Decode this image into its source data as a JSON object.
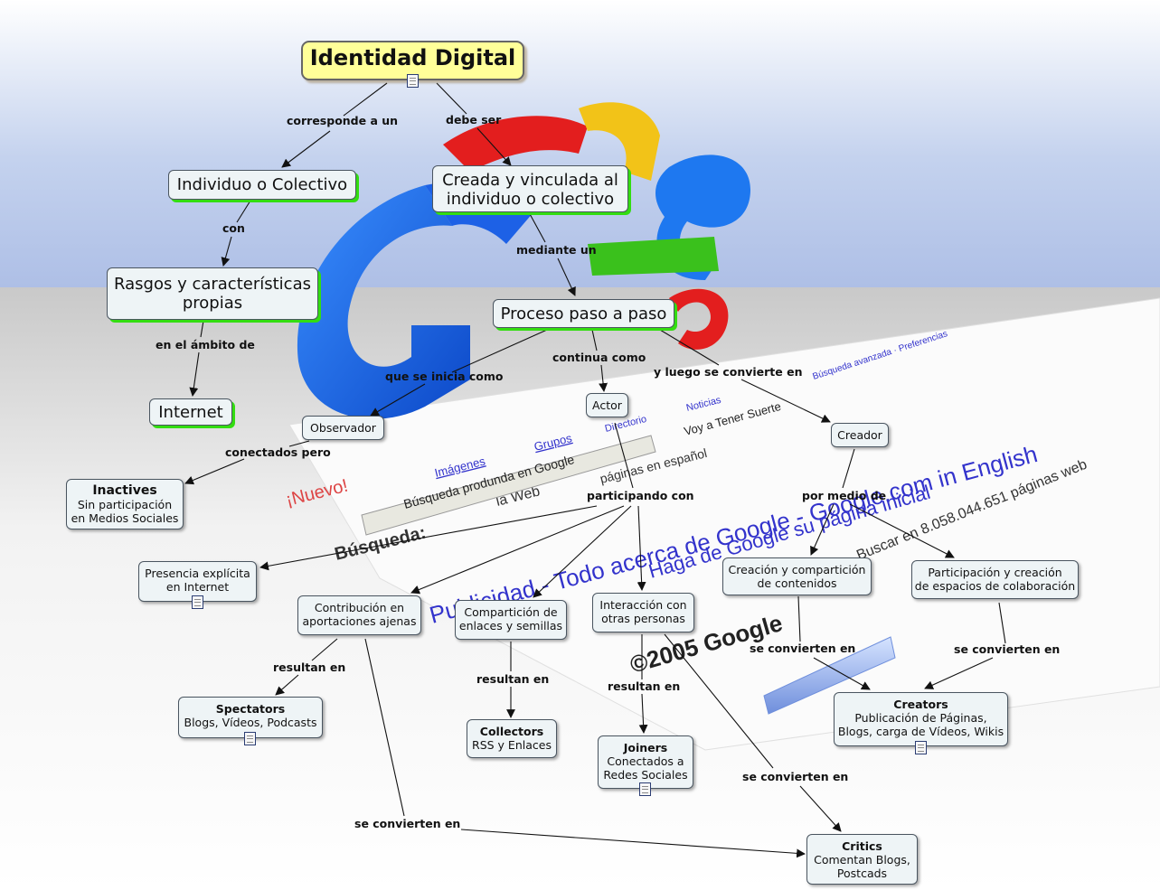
{
  "title": "Identidad Digital",
  "nodes": {
    "individuo": "Individuo o Colectivo",
    "creada": [
      "Creada y vinculada al",
      "individuo o colectivo"
    ],
    "rasgos": [
      "Rasgos y características",
      "propias"
    ],
    "internet": "Internet",
    "proceso": "Proceso paso a paso",
    "observador": "Observador",
    "actor": "Actor",
    "creador": "Creador",
    "inactives": {
      "name": "Inactives",
      "desc": [
        "Sin participación",
        "en Medios Sociales"
      ]
    },
    "presencia": [
      "Presencia explícita",
      "en Internet"
    ],
    "contribucion": [
      "Contribución en",
      "aportaciones ajenas"
    ],
    "comparticion": [
      "Compartición de",
      "enlaces y semillas"
    ],
    "interaccion": [
      "Interacción con",
      "otras personas"
    ],
    "creacion": [
      "Creación y compartición",
      "de contenidos"
    ],
    "participacion": [
      "Participación y creación",
      "de espacios de colaboración"
    ],
    "spectators": {
      "name": "Spectators",
      "desc": [
        "Blogs, Vídeos, Podcasts"
      ]
    },
    "collectors": {
      "name": "Collectors",
      "desc": [
        "RSS y Enlaces"
      ]
    },
    "joiners": {
      "name": "Joiners",
      "desc": [
        "Conectados a",
        "Redes Sociales"
      ]
    },
    "creators": {
      "name": "Creators",
      "desc": [
        "Publicación de Páginas,",
        "Blogs, carga de Vídeos, Wikis"
      ]
    },
    "critics": {
      "name": "Critics",
      "desc": [
        "Comentan Blogs,",
        "Postcads"
      ]
    }
  },
  "links": {
    "corresponde": "corresponde a un",
    "debe_ser": "debe ser",
    "con": "con",
    "mediante": "mediante un",
    "ambito": "en el ámbito de",
    "continua": "continua como",
    "se_inicia": "que se inicia como",
    "luego": "y luego se convierte en",
    "conectados": "conectados pero",
    "participando": "participando con",
    "por_medio": "por medio de",
    "resultan_1": "resultan en",
    "resultan_2": "resultan en",
    "resultan_3": "resultan en",
    "convierten_1": "se convierten en",
    "convierten_2": "se convierten en",
    "convierten_3": "se convierten en",
    "convierten_4": "se convierten en"
  },
  "background": {
    "google_page_text": [
      "¡Nuevo!",
      "Búsqueda:",
      "la Web",
      "páginas en español",
      "Búsqueda produnda en Google",
      "Voy a Tener Suerte",
      "Imágenes",
      "Grupos",
      "Directorio",
      "Noticias",
      "Publicidad",
      "Todo acerca de Google",
      "Google.com in English",
      "Haga de Google su página inicial",
      "©2005 Google",
      "Buscar en 8.058.044.651 páginas web"
    ]
  },
  "colors": {
    "title_bg": "#ffff99",
    "node_bg": "#eef4f6",
    "accent_shadow": "#33dd11",
    "link": "#111111"
  }
}
